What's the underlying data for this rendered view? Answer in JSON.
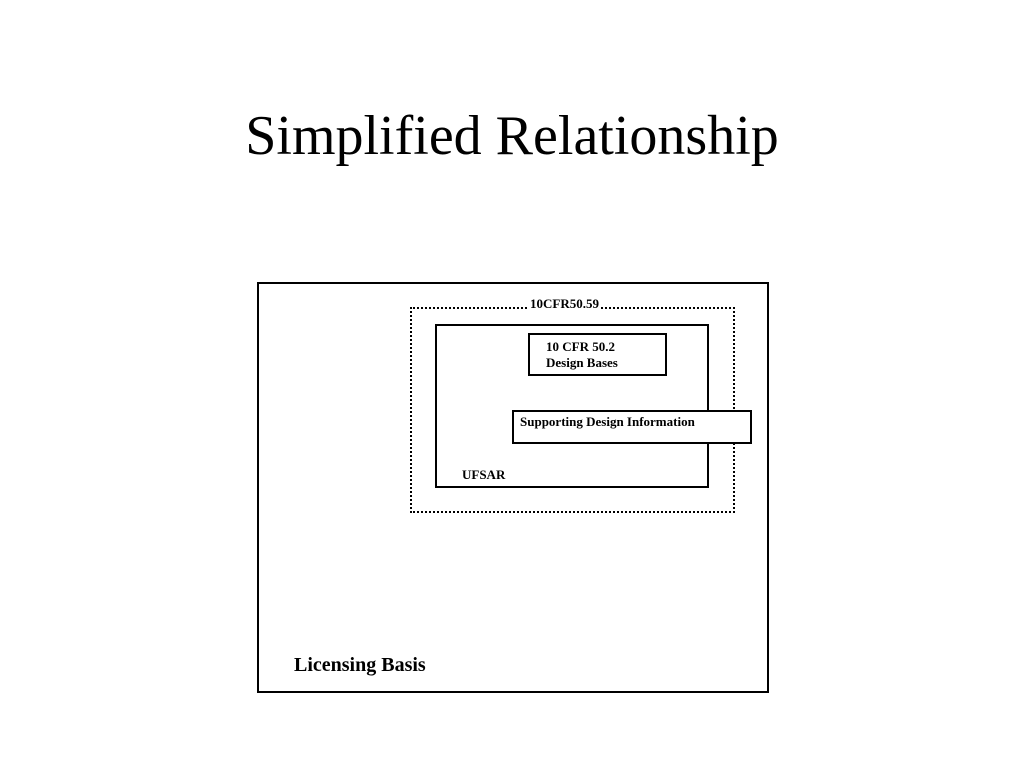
{
  "slide": {
    "title": "Simplified Relationship"
  },
  "diagram": {
    "licensing_basis": {
      "label": "Licensing Basis"
    },
    "cfr_50_59": {
      "label": "10CFR50.59"
    },
    "ufsar": {
      "label": "UFSAR"
    },
    "design_bases": {
      "line1": "10 CFR 50.2",
      "line2": "Design Bases"
    },
    "supporting_design_information": {
      "label": "Supporting Design Information"
    }
  }
}
